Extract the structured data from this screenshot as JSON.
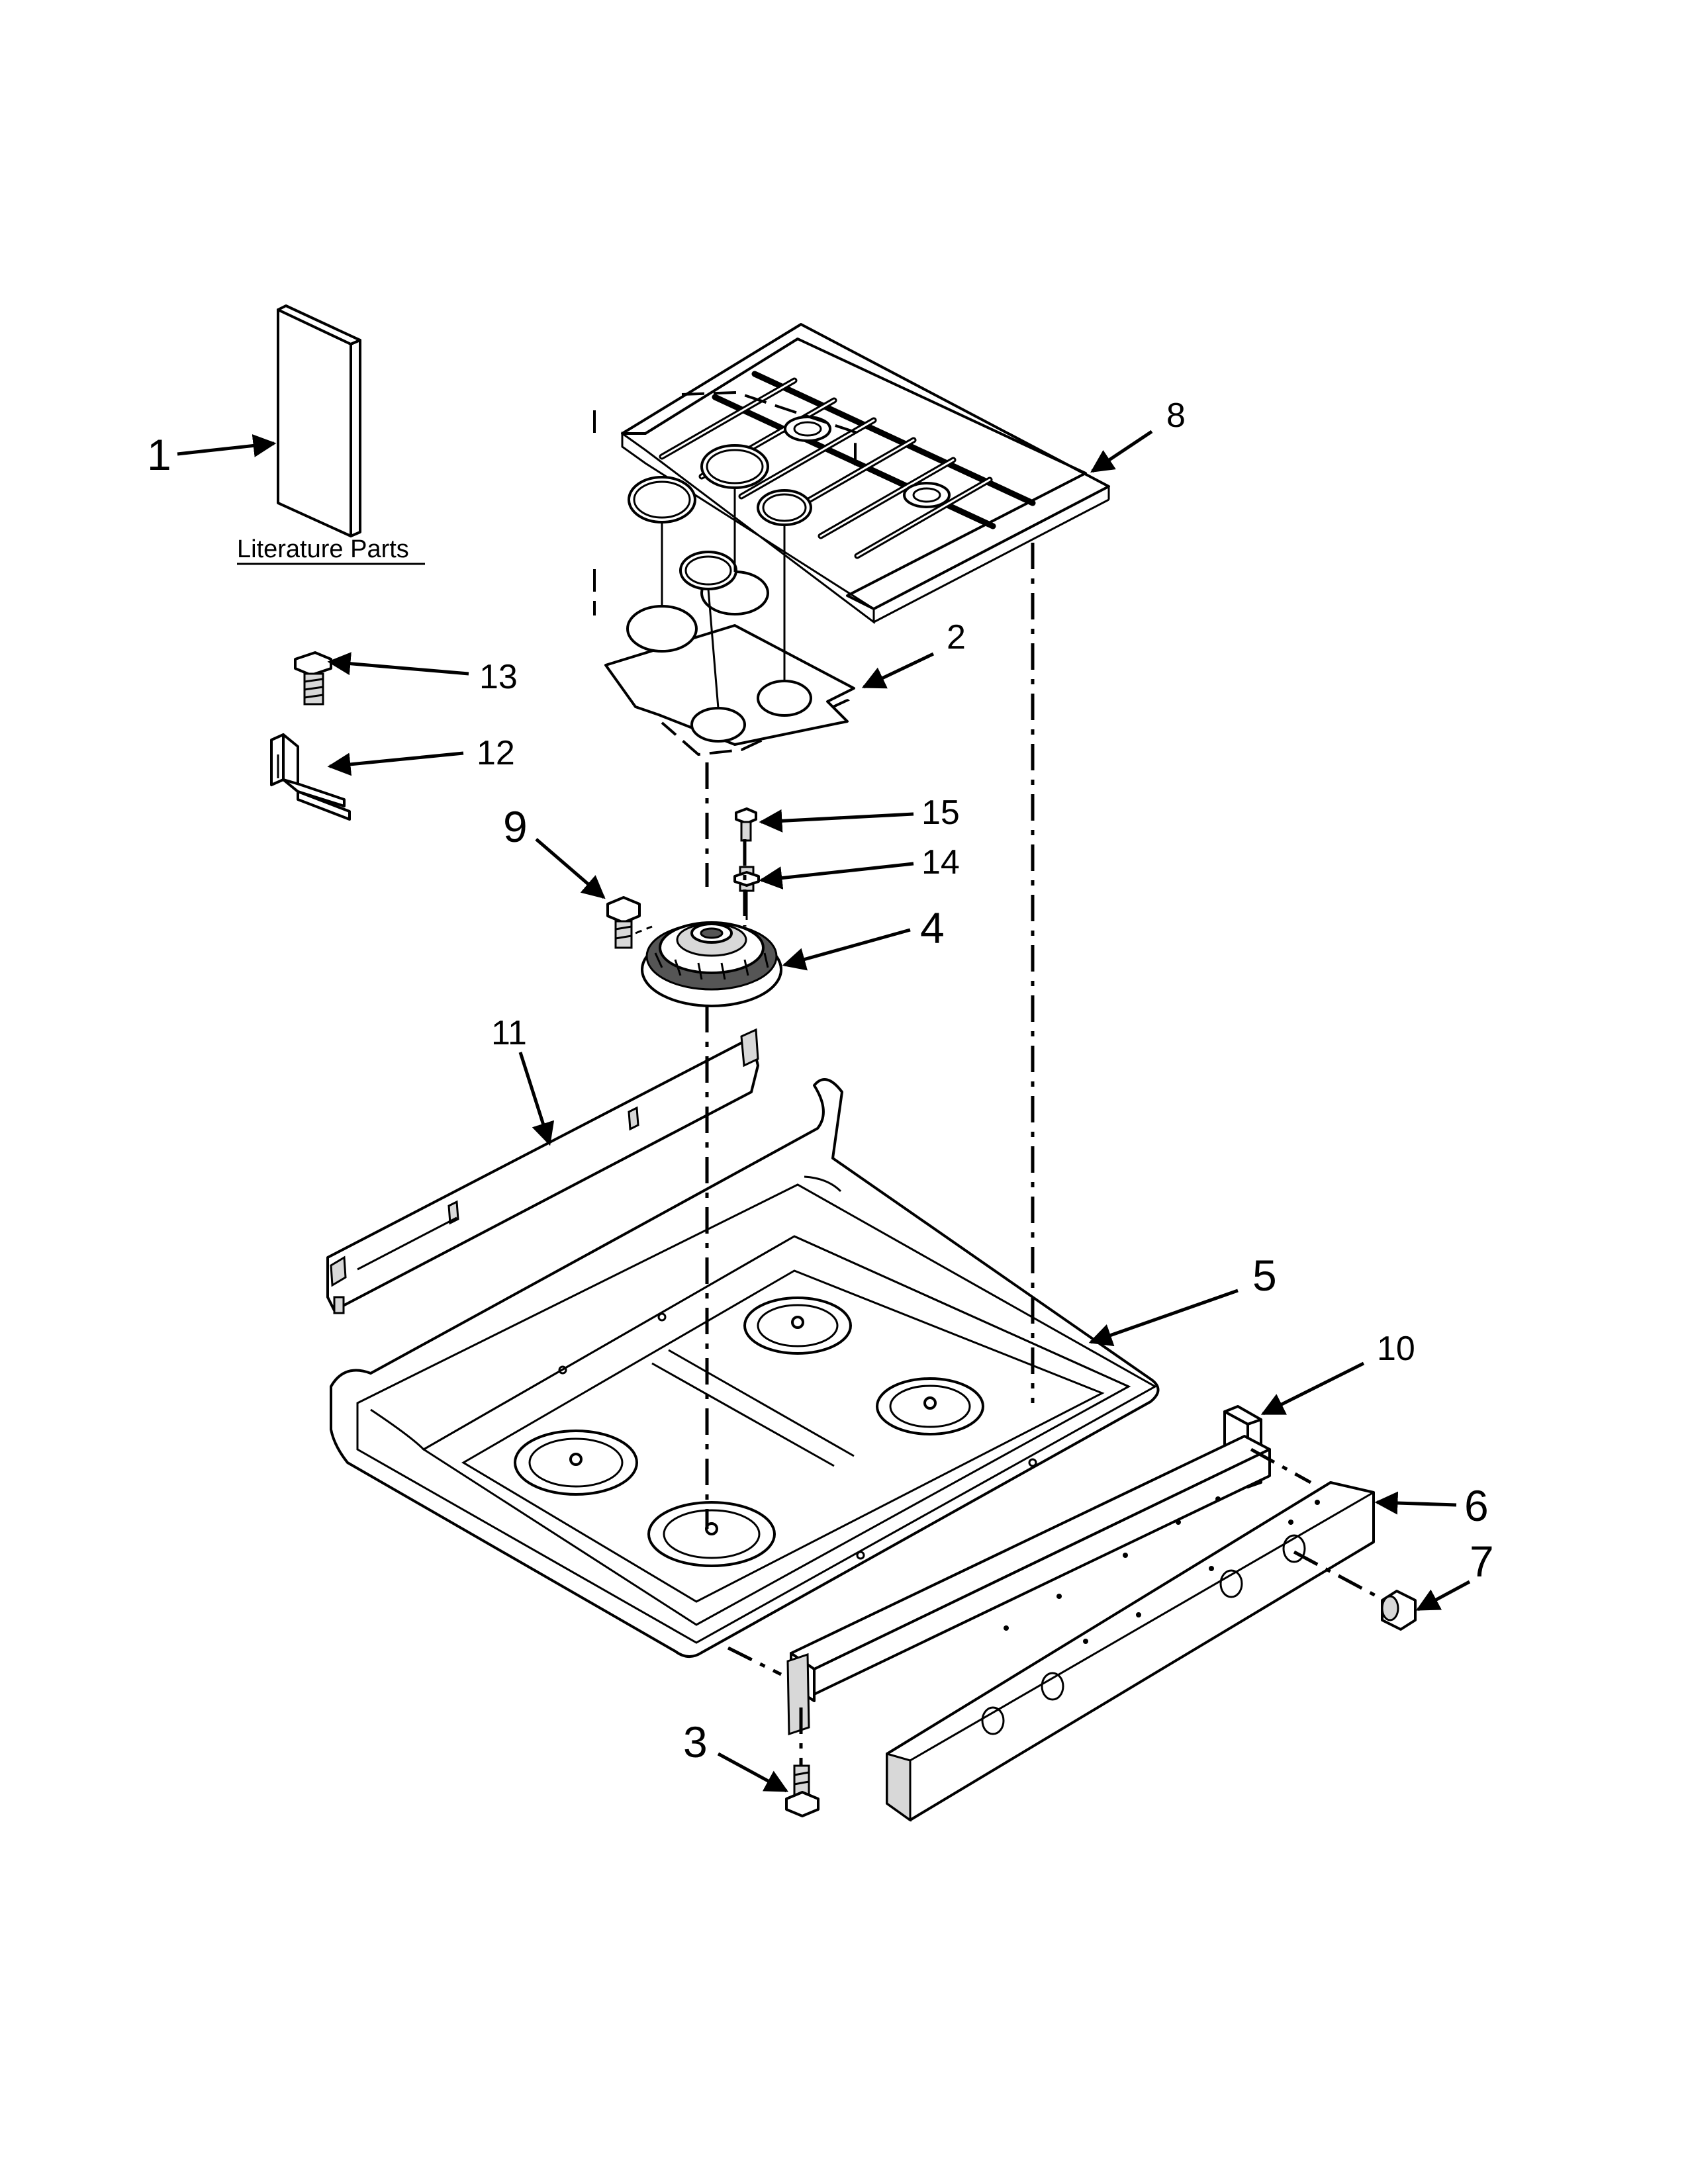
{
  "diagram": {
    "literature_label": "Literature Parts",
    "callouts": {
      "c1": "1",
      "c2": "2",
      "c3": "3",
      "c4": "4",
      "c5": "5",
      "c6": "6",
      "c7": "7",
      "c8": "8",
      "c9": "9",
      "c10": "10",
      "c11": "11",
      "c12": "12",
      "c13": "13",
      "c14": "14",
      "c15": "15"
    }
  }
}
